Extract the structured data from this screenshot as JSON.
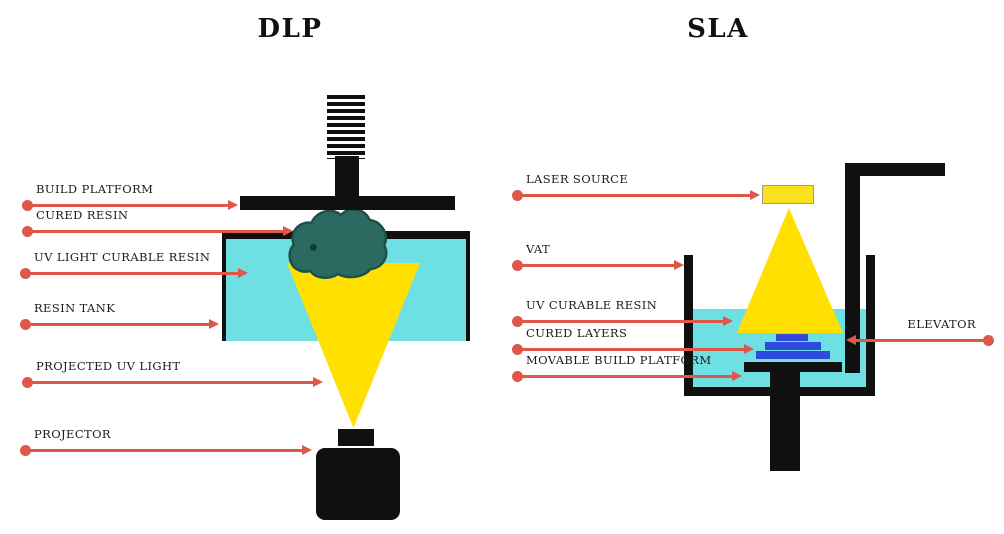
{
  "dlp": {
    "title": "DLP",
    "labels": [
      {
        "text": "BUILD PLATFORM"
      },
      {
        "text": "CURED RESIN"
      },
      {
        "text": "UV LIGHT CURABLE RESIN"
      },
      {
        "text": "RESIN TANK"
      },
      {
        "text": "PROJECTED UV LIGHT"
      },
      {
        "text": "PROJECTOR"
      }
    ]
  },
  "sla": {
    "title": "SLA",
    "labels": [
      {
        "text": "LASER SOURCE"
      },
      {
        "text": "VAT"
      },
      {
        "text": "UV CURABLE RESIN"
      },
      {
        "text": "CURED LAYERS"
      },
      {
        "text": "MOVABLE BUILD PLATFORM"
      },
      {
        "text": "ELEVATOR"
      }
    ]
  },
  "colors": {
    "resin_cyan": "#6EDFE3",
    "uv_light_yellow": "#FFE000",
    "callout_red": "#DE5749",
    "cured_resin_teal": "#2B6A60",
    "cured_layers_blue": "#2F4BDB",
    "ink_black": "#101010"
  }
}
